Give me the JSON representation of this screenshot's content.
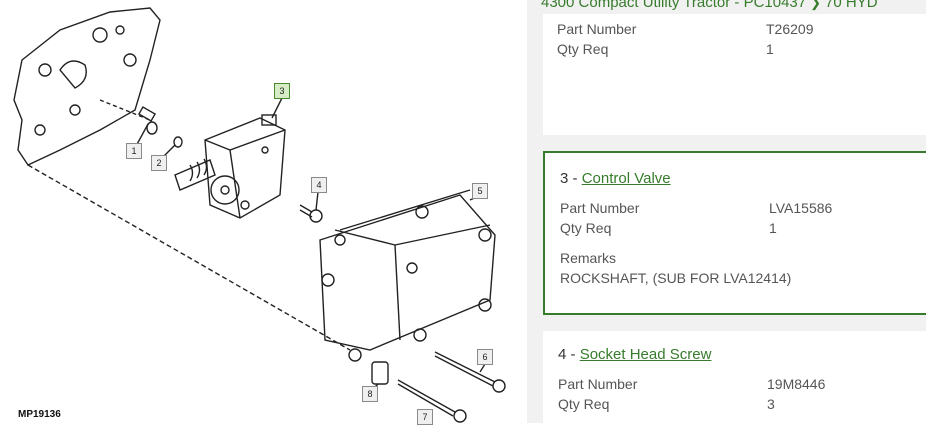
{
  "diagram": {
    "image_label": "MP19136",
    "callouts": [
      "1",
      "2",
      "3",
      "4",
      "5",
      "6",
      "7",
      "8"
    ],
    "selected_callout": "3"
  },
  "breadcrumb": {
    "items": [
      "4300 Compact Utility Tractor - PC10437",
      "70 HYD"
    ],
    "separator": "❯"
  },
  "parts": [
    {
      "title_prefix": "",
      "title": "",
      "part_number_label": "Part Number",
      "part_number": "T26209",
      "qty_label": "Qty Req",
      "qty": "1"
    },
    {
      "title_prefix": "3 - ",
      "title": "Control Valve",
      "part_number_label": "Part Number",
      "part_number": "LVA15586",
      "qty_label": "Qty Req",
      "qty": "1",
      "remarks_label": "Remarks",
      "remarks": "ROCKSHAFT, (SUB FOR LVA12414)"
    },
    {
      "title_prefix": "4 - ",
      "title": "Socket Head Screw",
      "part_number_label": "Part Number",
      "part_number": "19M8446",
      "qty_label": "Qty Req",
      "qty": "3"
    }
  ],
  "colors": {
    "accent": "#367c2b",
    "panel_bg": "#f1f1f1"
  }
}
